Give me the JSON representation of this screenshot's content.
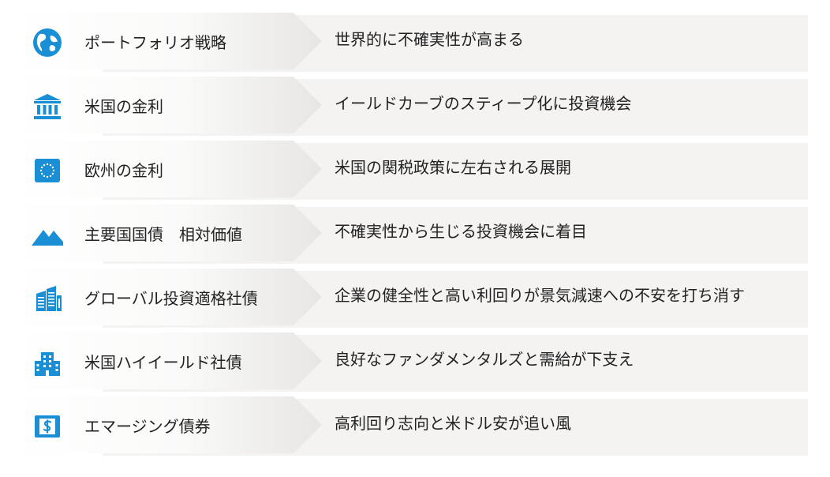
{
  "colors": {
    "accent": "#1a8fd6",
    "text": "#222222",
    "row_background": "#f4f3f2"
  },
  "rows": [
    {
      "icon": "globe-icon",
      "label": "ポートフォリオ戦略",
      "description": "世界的に不確実性が高まる"
    },
    {
      "icon": "bank-icon",
      "label": "米国の金利",
      "description": "イールドカーブのスティープ化に投資機会"
    },
    {
      "icon": "eu-flag-icon",
      "label": "欧州の金利",
      "description": "米国の関税政策に左右される展開"
    },
    {
      "icon": "mountain-icon",
      "label": "主要国国債　相対価値",
      "description": "不確実性から生じる投資機会に着目"
    },
    {
      "icon": "office-buildings-icon",
      "label": "グローバル投資適格社債",
      "description": "企業の健全性と高い利回りが景気減速への不安を打ち消す"
    },
    {
      "icon": "city-buildings-icon",
      "label": "米国ハイイールド社債",
      "description": "良好なファンダメンタルズと需給が下支え"
    },
    {
      "icon": "dollar-bill-icon",
      "label": "エマージング債券",
      "description": "高利回り志向と米ドル安が追い風"
    }
  ]
}
